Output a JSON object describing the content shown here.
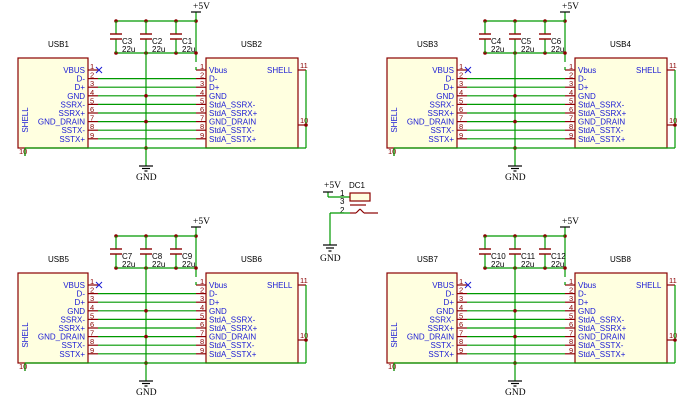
{
  "colors": {
    "wire": "#009900",
    "body": "#8a0000",
    "fill": "#ffffe0",
    "text": "#1a1ad4",
    "pin": "#8a0000"
  },
  "power": {
    "vcc": "+5V",
    "gnd": "GND"
  },
  "connector_pins": {
    "left": [
      {
        "label": "VBUS",
        "num": "1"
      },
      {
        "label": "D-",
        "num": "2"
      },
      {
        "label": "D+",
        "num": "3"
      },
      {
        "label": "GND",
        "num": "4"
      },
      {
        "label": "SSRX-",
        "num": "5"
      },
      {
        "label": "SSRX+",
        "num": "6"
      },
      {
        "label": "GND_DRAIN",
        "num": "7"
      },
      {
        "label": "SSTX-",
        "num": "8"
      },
      {
        "label": "SSTX+",
        "num": "9"
      }
    ],
    "left_shell": {
      "label": "SHELL",
      "num": "10"
    },
    "right": [
      {
        "label": "Vbus",
        "num": "1"
      },
      {
        "label": "D-",
        "num": "2"
      },
      {
        "label": "D+",
        "num": "3"
      },
      {
        "label": "GND",
        "num": "4"
      },
      {
        "label": "StdA_SSRX-",
        "num": "5"
      },
      {
        "label": "StdA_SSRX+",
        "num": "6"
      },
      {
        "label": "GND_DRAIN",
        "num": "7"
      },
      {
        "label": "StdA_SSTX-",
        "num": "8"
      },
      {
        "label": "StdA_SSTX+",
        "num": "9"
      }
    ],
    "right_shell": {
      "label": "SHELL",
      "num": "11"
    },
    "right_shell2": {
      "num": "10"
    }
  },
  "blocks": [
    {
      "left_ref": "USB1",
      "right_ref": "USB2",
      "caps": [
        {
          "ref": "C3",
          "value": "22u"
        },
        {
          "ref": "C2",
          "value": "22u"
        },
        {
          "ref": "C1",
          "value": "22u"
        }
      ]
    },
    {
      "left_ref": "USB3",
      "right_ref": "USB4",
      "caps": [
        {
          "ref": "C4",
          "value": "22u"
        },
        {
          "ref": "C5",
          "value": "22u"
        },
        {
          "ref": "C6",
          "value": "22u"
        }
      ]
    },
    {
      "left_ref": "USB5",
      "right_ref": "USB6",
      "caps": [
        {
          "ref": "C7",
          "value": "22u"
        },
        {
          "ref": "C8",
          "value": "22u"
        },
        {
          "ref": "C9",
          "value": "22u"
        }
      ]
    },
    {
      "left_ref": "USB7",
      "right_ref": "USB8",
      "caps": [
        {
          "ref": "C10",
          "value": "22u"
        },
        {
          "ref": "C11",
          "value": "22u"
        },
        {
          "ref": "C12",
          "value": "22u"
        }
      ]
    }
  ],
  "dc_jack": {
    "ref": "DC1",
    "pins": [
      "1",
      "3",
      "2"
    ]
  }
}
